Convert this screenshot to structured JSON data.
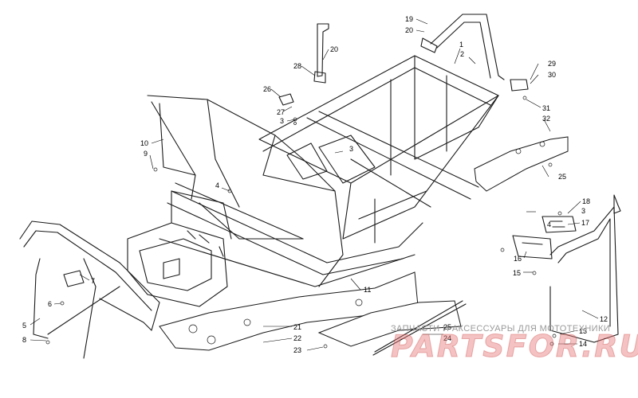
{
  "callouts": [
    "1",
    "2",
    "3",
    "3",
    "3",
    "4",
    "4",
    "5",
    "6",
    "7",
    "8",
    "9",
    "10",
    "11",
    "12",
    "13",
    "14",
    "15",
    "16",
    "17",
    "18",
    "19",
    "20",
    "20",
    "21",
    "22",
    "23",
    "24",
    "25",
    "25",
    "26",
    "27",
    "28",
    "29",
    "30",
    "31",
    "32"
  ],
  "watermark": {
    "caption": "ЗАПЧАСТИ И АКСЕССУАРЫ ДЛЯ МОТОТЕХНИКИ",
    "logo": "PARTSFOR.RU"
  },
  "colors": {
    "line": "#1a1a1a",
    "watermark_logo": "#e07878",
    "watermark_caption": "#9a9a9a"
  }
}
